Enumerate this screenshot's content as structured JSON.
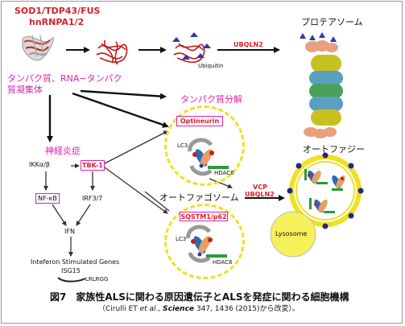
{
  "header": {
    "genes_line1": "SOD1/TDP43/FUS",
    "genes_line2": "hnRNPA1/2"
  },
  "left": {
    "aggregate_label_line1": "タンパク質、RNA−タンパク",
    "aggregate_label_line2": "質凝集体",
    "inflammation": "神経炎症",
    "ikk": "IKKα/β",
    "tbk": "TBK-1",
    "nfkb": "NF-κB",
    "irf": "IRF3/7",
    "ifn": "IFN",
    "isg_line1": "Inteferon Stimulated Genes",
    "isg_line2": "ISG15",
    "lrlrgg": "LRLRGG"
  },
  "top": {
    "ubiquitin": "Ubiquitin",
    "ubqln2": "UBQLN2",
    "proteasome": "プロテアソーム"
  },
  "center": {
    "degradation": "タンパク質分解",
    "optineurin": "Optineurin",
    "lc3_top": "LC3",
    "hdac6_top": "HDAC6",
    "autophagosome": "オートファゴソーム",
    "sqstm": "SQSTM1/p62",
    "lc3_bottom": "LC3",
    "hdac6_bottom": "HDAC6"
  },
  "right": {
    "autophagy": "オートファジー",
    "vcp": "VCP",
    "ubqln2": "UBQLN2",
    "lysosome": "Lysosome"
  },
  "caption": {
    "title": "図7　家族性ALSに関わる原因遺伝子とALSを発症に関わる細胞機構",
    "cite_pre": "（Cirulli ET ",
    "cite_etal": "et al",
    "cite_mid": "., ",
    "cite_journal": "Science",
    "cite_post": " 347, 1436 (2015)から改変）。"
  },
  "colors": {
    "red": "#d8202a",
    "magenta": "#e01fb0",
    "dash": "#f0e020",
    "lysosome": "#f6f05a"
  }
}
